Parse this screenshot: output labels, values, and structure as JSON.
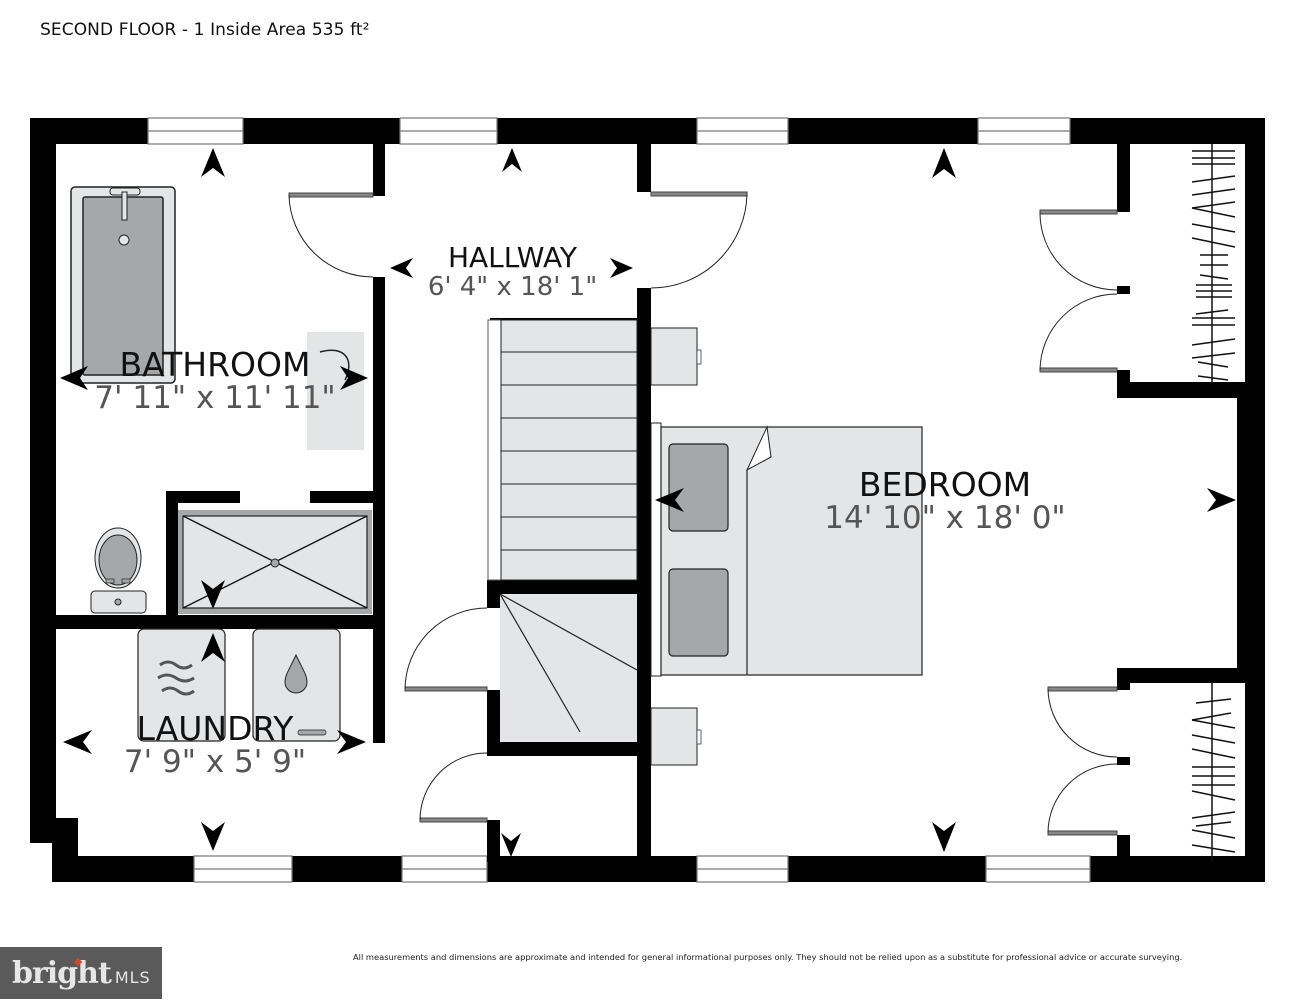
{
  "header": {
    "title": "SECOND FLOOR - 1 Inside Area 535 ft²"
  },
  "rooms": [
    {
      "name": "BATHROOM",
      "dimensions": "7' 11\" x 11' 11\""
    },
    {
      "name": "HALLWAY",
      "dimensions": "6' 4\" x 18' 1\""
    },
    {
      "name": "BEDROOM",
      "dimensions": "14' 10\" x 18' 0\""
    },
    {
      "name": "LAUNDRY",
      "dimensions": "7' 9\" x 5' 9\""
    }
  ],
  "fixtures": {
    "bathroom": [
      "bathtub",
      "vanity-sink",
      "toilet",
      "shower"
    ],
    "laundry": [
      "dryer",
      "washer"
    ],
    "hallway": [
      "staircase",
      "linen-closet"
    ],
    "bedroom": [
      "bed",
      "nightstand",
      "nightstand",
      "closet",
      "closet"
    ]
  },
  "colors": {
    "wall": "#000000",
    "fixture_fill": "#e4e5e6",
    "fixture_dark": "#a6a7a9",
    "dimension_text": "#555555",
    "logo_bg": "#5a5a5a",
    "logo_accent": "#d2452f"
  },
  "footer": {
    "logo_text": "bright",
    "logo_suffix": "MLS",
    "disclaimer": "All measurements and dimensions are approximate and intended for general informational purposes only. They should not be relied upon as a substitute for professional advice or accurate surveying."
  }
}
